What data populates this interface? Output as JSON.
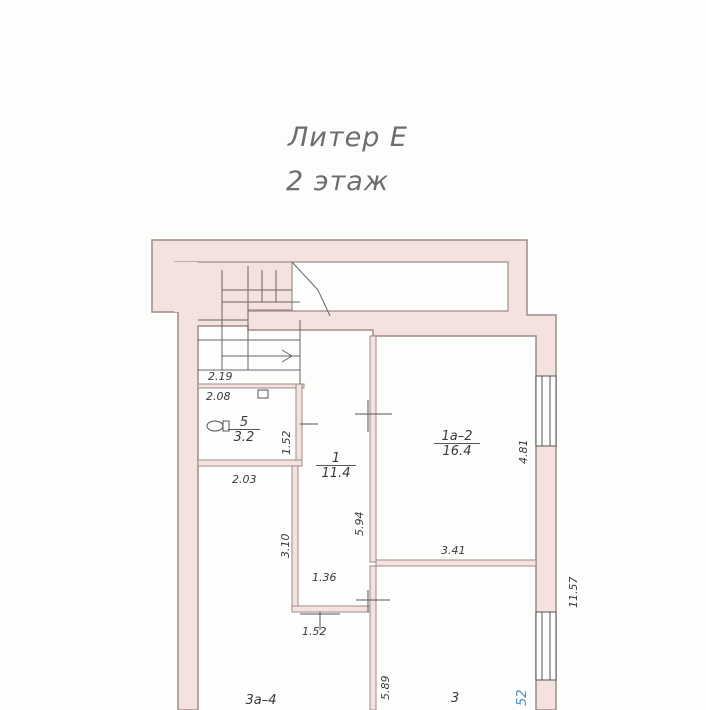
{
  "header": {
    "title_line1": "Литер Е",
    "title_line2": "2 этаж"
  },
  "colors": {
    "wall_fill": "#f4e2df",
    "wall_stroke": "#a08a8a",
    "line": "#555555",
    "accent_blue": "#4a8fc4"
  },
  "rooms": [
    {
      "id": "5",
      "number": "5",
      "area": "3.2"
    },
    {
      "id": "1",
      "number": "1",
      "area": "11.4"
    },
    {
      "id": "1a-2",
      "number": "1а–2",
      "area": "16.4"
    },
    {
      "id": "3a-4",
      "number": "3а–4",
      "area": ""
    },
    {
      "id": "3",
      "number": "3",
      "area": ""
    }
  ],
  "dimensions": {
    "d1": "2.19",
    "d2": "2.08",
    "d3": "1.52",
    "d4": "2.03",
    "d5": "3.10",
    "d6": "5.94",
    "d7": "4.81",
    "d8": "3.41",
    "d9": "1.36",
    "d10": "1.52",
    "d11": "11.57",
    "d12": "5.89",
    "d13": "52"
  }
}
